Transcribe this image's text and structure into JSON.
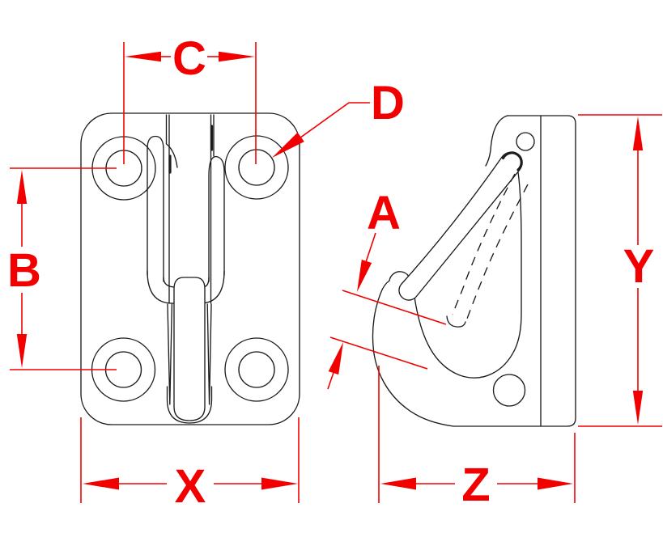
{
  "drawing": {
    "colors": {
      "background": "#ffffff",
      "outline": "#1c1c1c",
      "dimension": "#f20000"
    },
    "dimension_labels": {
      "a": "A",
      "b": "B",
      "c": "C",
      "d": "D",
      "x": "X",
      "y": "Y",
      "z": "Z"
    }
  }
}
